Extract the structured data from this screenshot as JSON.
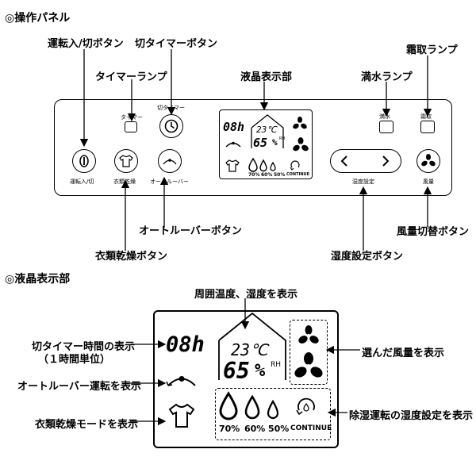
{
  "section1": {
    "title": "◎操作パネル",
    "callouts": {
      "power_button": "運転入/切ボタン",
      "timer_lamp": "タイマーランプ",
      "off_timer_button": "切タイマーボタン",
      "lcd": "液晶表示部",
      "water_full_lamp": "満水ランプ",
      "defrost_lamp": "霜取ランプ",
      "auto_louver_button": "オートルーバーボタン",
      "clothes_dry_button": "衣類乾燥ボタン",
      "humidity_button": "湿度設定ボタン",
      "fan_speed_button": "風量切替ボタン"
    },
    "panel_labels": {
      "timer": "タイマー",
      "off_timer": "切タイマー",
      "water_full": "満水",
      "defrost": "霜取",
      "power": "運転入/切",
      "clothes_dry": "衣類乾燥",
      "auto_louver": "オートルーバー",
      "humidity": "湿度設定",
      "fan": "風量"
    }
  },
  "lcd": {
    "timer_value": "08h",
    "temperature": "23℃",
    "humidity": "65",
    "humidity_unit": "%",
    "rh": "RH",
    "pct_70": "70%",
    "pct_60": "60%",
    "pct_50": "50%",
    "continue": "CONTINUE"
  },
  "section2": {
    "title": "◎液晶表示部",
    "callouts": {
      "ambient": "周囲温度、湿度を表示",
      "timer": "切タイマー時間の表示",
      "timer_unit": "（１時間単位）",
      "louver": "オートルーバー運転を表示",
      "clothes": "衣類乾燥モードを表示",
      "fan": "選んだ風量を表示",
      "humidity_setting": "除湿運転の湿度設定を表示"
    }
  },
  "icons": [
    "power-icon",
    "clock-icon",
    "shirt-icon",
    "louver-icon",
    "fan-icon",
    "drop-icon",
    "chevron-left-icon",
    "chevron-right-icon"
  ]
}
